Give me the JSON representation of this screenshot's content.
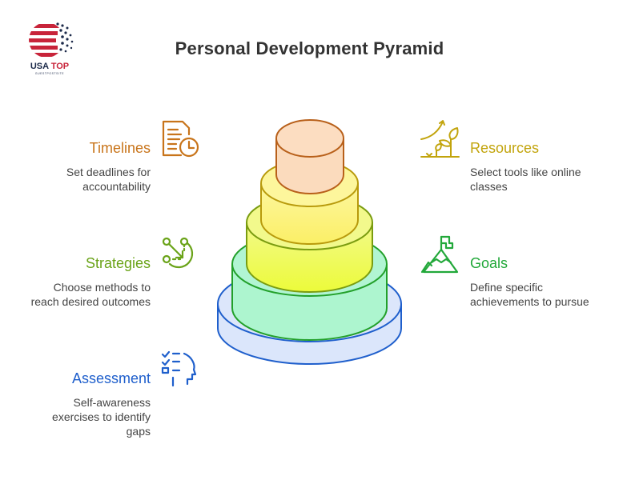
{
  "logo": {
    "text": "USA TOP",
    "subtext": "GUESTPOSTSITE"
  },
  "title": "Personal Development Pyramid",
  "items": [
    {
      "id": "timelines",
      "heading": "Timelines",
      "description_lines": [
        "Set deadlines for",
        "accountability"
      ],
      "color": "#c8741a",
      "icon": "document-clock-icon",
      "side": "left"
    },
    {
      "id": "strategies",
      "heading": "Strategies",
      "description_lines": [
        "Choose methods to",
        "reach desired outcomes"
      ],
      "color": "#6aa318",
      "icon": "path-arrow-icon",
      "side": "left"
    },
    {
      "id": "assessment",
      "heading": "Assessment",
      "description_lines": [
        "Self-awareness",
        "exercises to identify",
        "gaps"
      ],
      "color": "#1f5fcc",
      "icon": "checklist-head-icon",
      "side": "left"
    },
    {
      "id": "resources",
      "heading": "Resources",
      "description_lines": [
        "Select tools like online",
        "classes"
      ],
      "color": "#c2a40c",
      "icon": "growing-plant-icon",
      "side": "right"
    },
    {
      "id": "goals",
      "heading": "Goals",
      "description_lines": [
        "Define specific",
        "achievements to pursue"
      ],
      "color": "#22a83a",
      "icon": "mountain-flag-icon",
      "side": "right"
    }
  ],
  "tiers": [
    {
      "level": 1,
      "name": "Assessment",
      "fill": "#dbe6fb",
      "stroke": "#1f5fcc"
    },
    {
      "level": 2,
      "name": "Goals",
      "fill": "#aef5d0",
      "stroke": "#22a02a"
    },
    {
      "level": 3,
      "name": "Strategies",
      "fill": "#eefa60",
      "stroke": "#7a9c10"
    },
    {
      "level": 4,
      "name": "Resources",
      "fill": "#fbf27a",
      "stroke": "#c2a40c"
    },
    {
      "level": 5,
      "name": "Timelines",
      "fill": "#fbdcbf",
      "stroke": "#c0661a"
    }
  ]
}
